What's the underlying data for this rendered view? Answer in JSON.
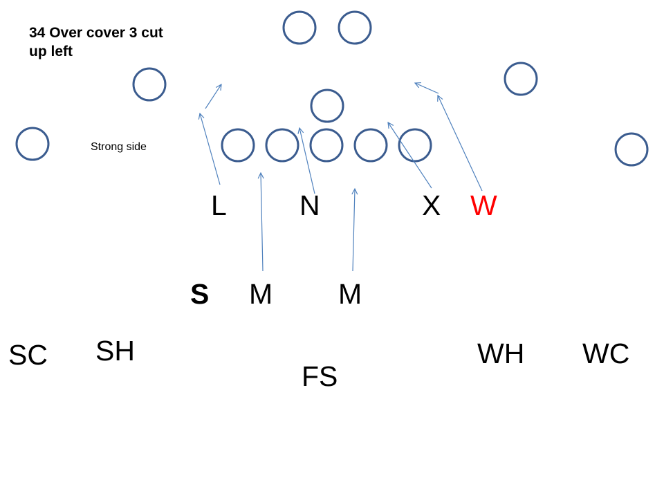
{
  "title": "34 Over cover 3  cut\nup left",
  "side_note": "Strong side",
  "colors": {
    "offense_circle": "#3b5c8f",
    "route_arrow": "#4f81bd",
    "highlight_label": "#ff0000",
    "text": "#000000"
  },
  "defense": {
    "front": [
      "L",
      "N",
      "X",
      "W"
    ],
    "linebackers": [
      "S",
      "M",
      "M"
    ],
    "secondary": [
      "SC",
      "SH",
      "FS",
      "WH",
      "WC"
    ]
  }
}
